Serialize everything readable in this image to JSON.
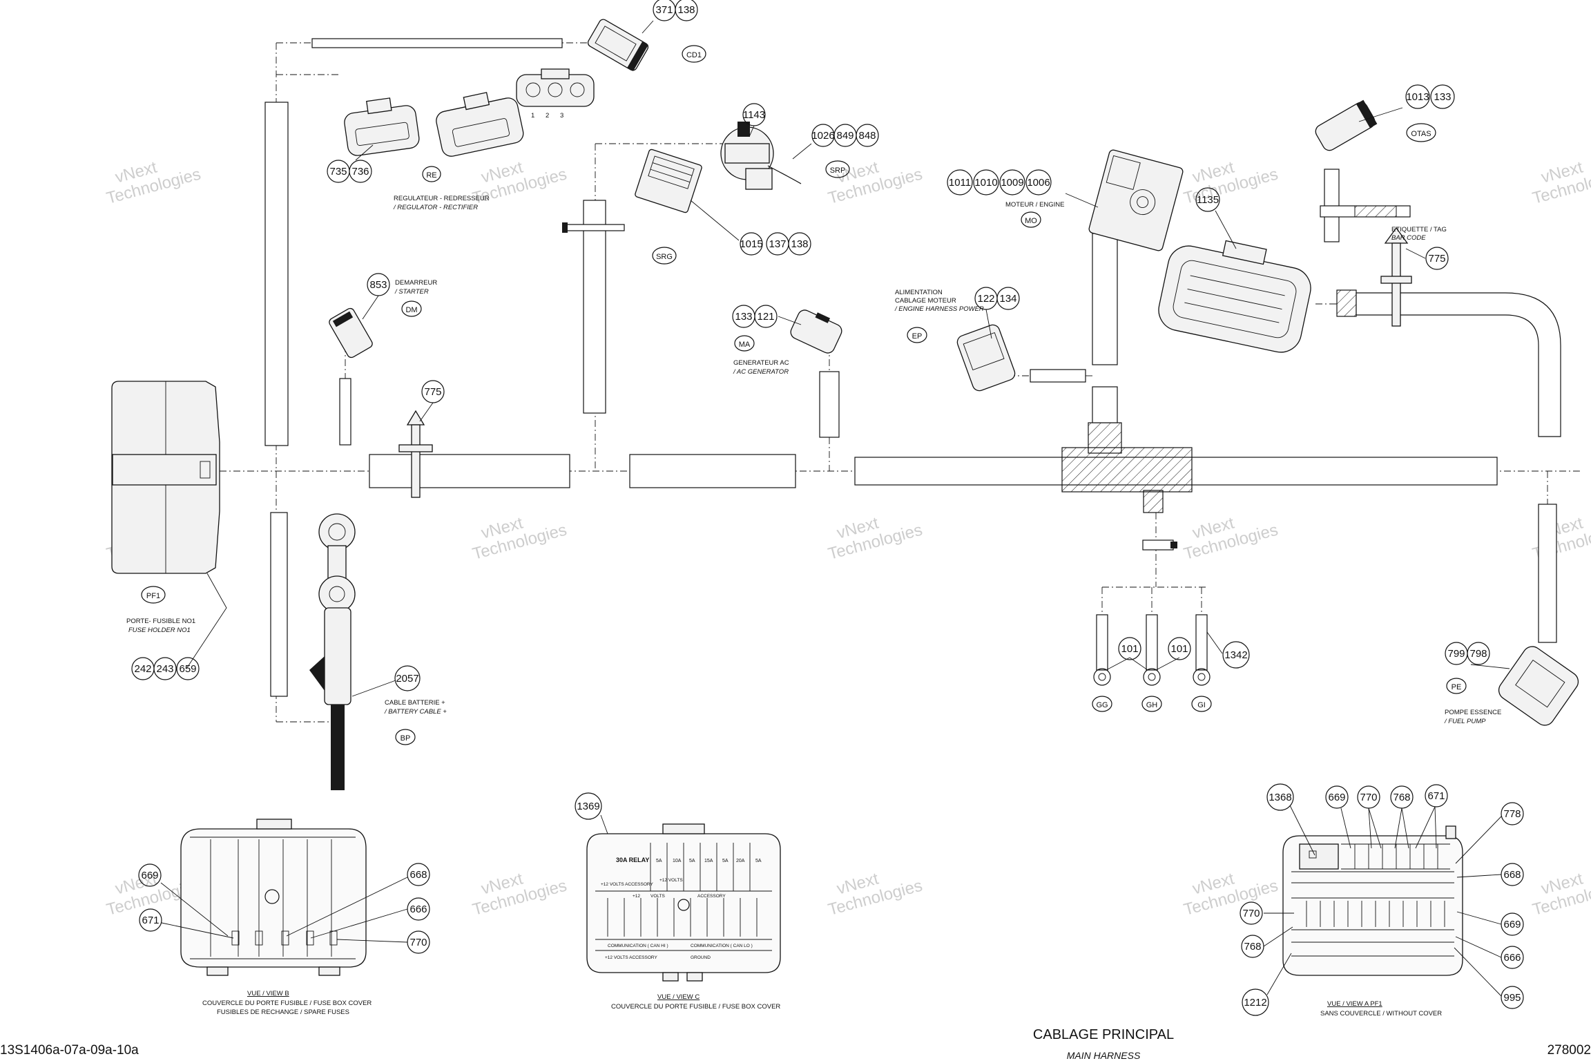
{
  "drawing": {
    "title": "CABLAGE PRINCIPAL",
    "subtitle": "MAIN HARNESS",
    "ref_left": "13S1406a-07a-09a-10a",
    "ref_right": "278002"
  },
  "watermark": {
    "line1": "vNext",
    "line2": "Technologies",
    "combined": "vNext Technologies"
  },
  "connectors": {
    "cd1": "CD1",
    "re": "RE",
    "srp": "SRP",
    "mo": "MO",
    "otas": "OTAS",
    "srg": "SRG",
    "dm": "DM",
    "ma": "MA",
    "ep": "EP",
    "pf1": "PF1",
    "bp": "BP",
    "pe": "PE",
    "gg": "GG",
    "gh": "GH",
    "gi": "GI"
  },
  "labels": {
    "regulator_fr": "REGULATEUR -    REDRESSEUR",
    "regulator_en": "/ REGULATOR -    RECTIFIER",
    "starter_fr": "DEMARREUR",
    "starter_en": "/ STARTER",
    "engine": "MOTEUR / ENGINE",
    "tag_fr": "ETIQUETTE / TAG",
    "tag_en": "BAR CODE",
    "power_fr1": "ALIMENTATION",
    "power_fr2": "CABLAGE MOTEUR",
    "power_en": "/ ENGINE HARNESS POWER",
    "acgen_fr": "GENERATEUR AC",
    "acgen_en": "/ AC GENERATOR",
    "fuseholder_fr": "PORTE-  FUSIBLE NO1",
    "fuseholder_en": "FUSE HOLDER NO1",
    "battery_fr": "CABLE BATTERIE +",
    "battery_en": "/ BATTERY CABLE +",
    "pump_fr": "POMPE ESSENCE",
    "pump_en": "/ FUEL PUMP",
    "viewb_title": "VUE / VIEW B",
    "viewb_l1": "COUVERCLE DU PORTE FUSIBLE / FUSE BOX COVER",
    "viewb_l2": "FUSIBLES DE RECHANGE / SPARE FUSES",
    "viewc_title": "VUE / VIEW C",
    "viewc_l1": "COUVERCLE DU PORTE FUSIBLE / FUSE BOX COVER",
    "viewa_title": "VUE / VIEW A      PF1",
    "viewa_l1": "SANS COUVERCLE / WITHOUT COVER",
    "pins": [
      "1",
      "2",
      "3"
    ]
  },
  "callouts": {
    "c371": "371",
    "c138a": "138",
    "c735": "735",
    "c736": "736",
    "c1143": "1143",
    "c1026": "1026",
    "c849": "849",
    "c848": "848",
    "c1015": "1015",
    "c137": "137",
    "c138b": "138",
    "c1011": "1011",
    "c1010": "1010",
    "c1009": "1009",
    "c1006": "1006",
    "c1013": "1013",
    "c133a": "133",
    "c1135": "1135",
    "c775a": "775",
    "c853": "853",
    "c775b": "775",
    "c133b": "133",
    "c121": "121",
    "c122": "122",
    "c134": "134",
    "c242": "242",
    "c243": "243",
    "c659": "659",
    "c2057": "2057",
    "c101a": "101",
    "c101b": "101",
    "c1342": "1342",
    "c799": "799",
    "c798": "798",
    "c669a": "669",
    "c671a": "671",
    "c668a": "668",
    "c666a": "666",
    "c770a": "770",
    "c1369": "1369",
    "c1368": "1368",
    "c669b": "669",
    "c770b": "770",
    "c768a": "768",
    "c671b": "671",
    "c778": "778",
    "c668b": "668",
    "c770c": "770",
    "c669c": "669",
    "c768b": "768",
    "c666b": "666",
    "c1212": "1212",
    "c995": "995"
  },
  "fusebox": {
    "r1": [
      "30A RELAY",
      "5A",
      "10A",
      "5A",
      "15A",
      "5A",
      "20A",
      "5A"
    ],
    "accessory": "+12 VOLTS ACCESSORY",
    "volts": "+12 VOLTS",
    "r2a": "+12",
    "r2b": "VOLTS",
    "r2c": "ACCESSORY",
    "comm_hi": "COMMUNICATION ( CAN HI )",
    "comm_lo": "COMMUNICATION ( CAN LO )",
    "acc2": "+12 VOLTS ACCESSORY",
    "ground": "GROUND"
  }
}
